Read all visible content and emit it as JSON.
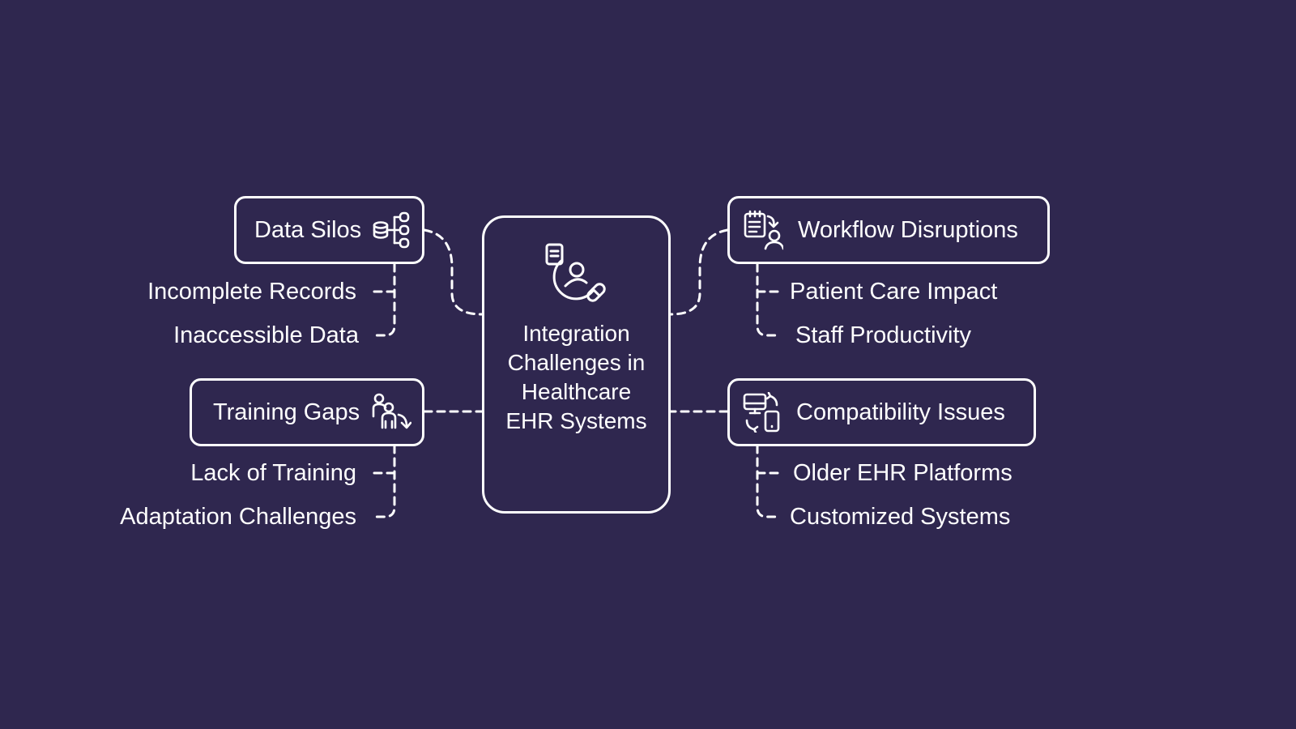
{
  "colors": {
    "background": "#2f274f",
    "stroke": "#ffffff"
  },
  "center": {
    "title": "Integration Challenges in Healthcare EHR Systems",
    "icon": "doctor-prescription-icon"
  },
  "branches": {
    "data_silos": {
      "label": "Data Silos",
      "icon": "database-hierarchy-icon",
      "items": [
        "Incomplete Records",
        "Inaccessible Data"
      ]
    },
    "training_gaps": {
      "label": "Training Gaps",
      "icon": "people-training-icon",
      "items": [
        "Lack of Training",
        "Adaptation Challenges"
      ]
    },
    "workflow_disruptions": {
      "label": "Workflow Disruptions",
      "icon": "checklist-user-icon",
      "items": [
        "Patient Care Impact",
        "Staff Productivity"
      ]
    },
    "compatibility_issues": {
      "label": "Compatibility Issues",
      "icon": "device-sync-icon",
      "items": [
        "Older EHR Platforms",
        "Customized Systems"
      ]
    }
  }
}
